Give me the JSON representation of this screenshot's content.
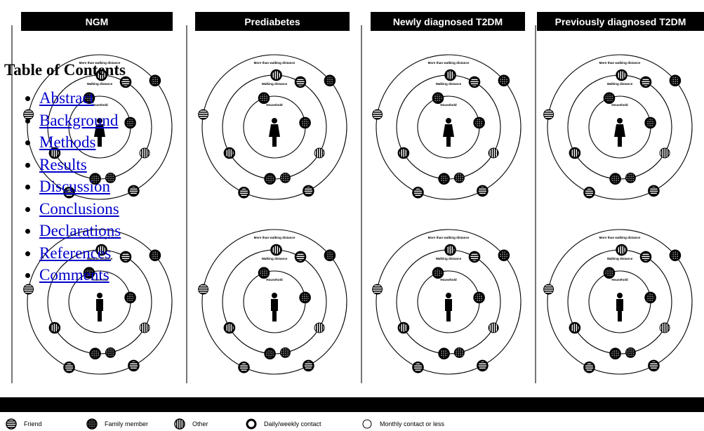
{
  "columns": [
    {
      "title": "NGM"
    },
    {
      "title": "Prediabetes"
    },
    {
      "title": "Newly diagnosed T2DM"
    },
    {
      "title": "Previously diagnosed T2DM"
    }
  ],
  "ring_labels": {
    "outer": "More than walking distance",
    "middle": "Walking distance",
    "inner": "Household"
  },
  "legend": [
    {
      "label": "Friend",
      "icon": "friend-icon"
    },
    {
      "label": "Family member",
      "icon": "family-member-icon"
    },
    {
      "label": "Other",
      "icon": "other-icon"
    },
    {
      "label": "Daily/weekly contact",
      "icon": "daily-contact-icon"
    },
    {
      "label": "Monthly contact or less",
      "icon": "monthly-contact-icon"
    }
  ],
  "toc": {
    "title": "Table of Contents",
    "items": [
      {
        "label": "Abstract"
      },
      {
        "label": "Background"
      },
      {
        "label": "Methods"
      },
      {
        "label": "Results"
      },
      {
        "label": "Discussion"
      },
      {
        "label": "Conclusions"
      },
      {
        "label": "Declarations"
      },
      {
        "label": "References"
      },
      {
        "label": "Comments"
      }
    ]
  }
}
